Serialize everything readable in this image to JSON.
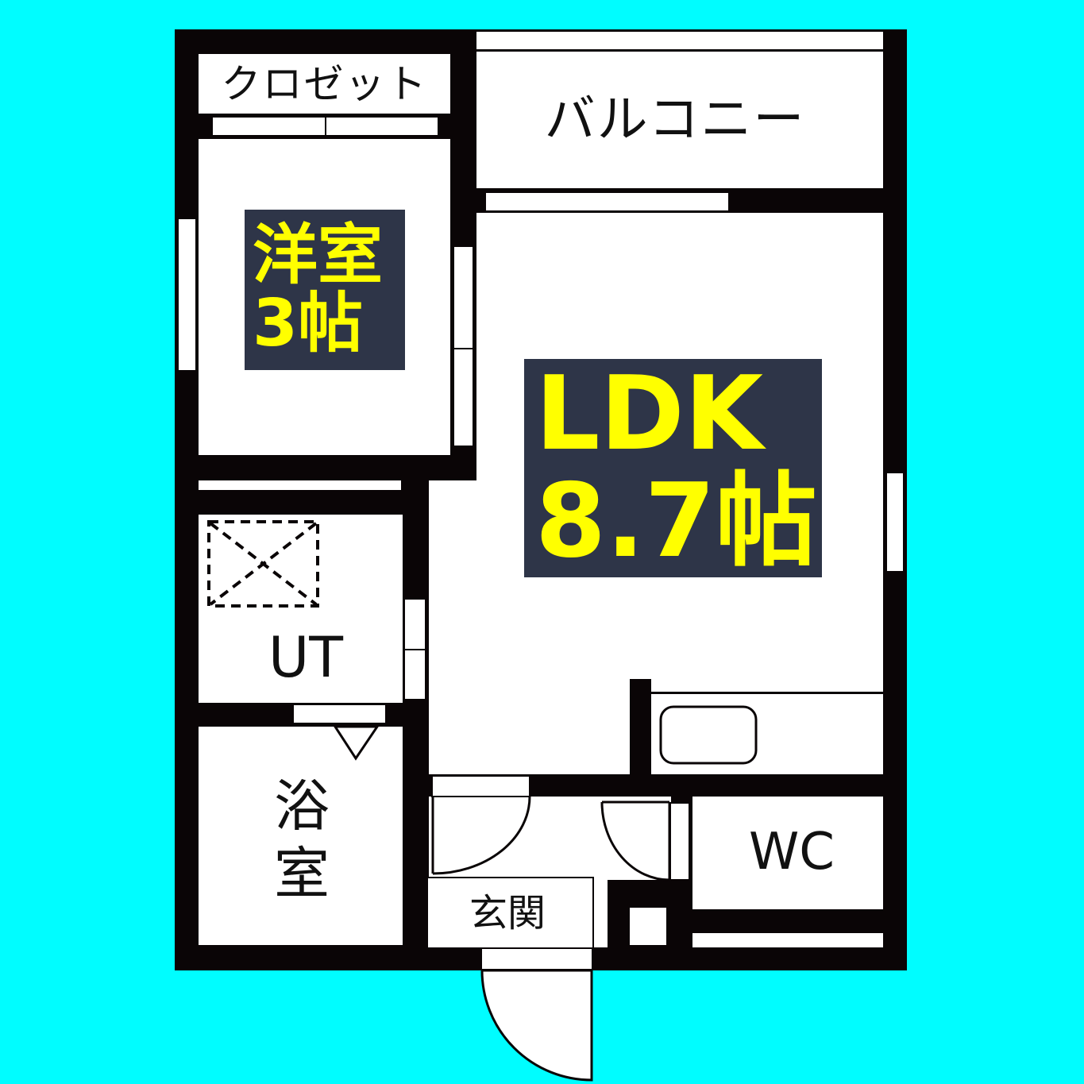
{
  "floor_plan": {
    "background_color": "#00FDFF",
    "wall_color": "#0A0506",
    "badge_bg_color": "#2E3548",
    "badge_text_color": "#FFFF00",
    "rooms": {
      "closet": {
        "label": "クロゼット"
      },
      "balcony": {
        "label": "バルコニー"
      },
      "western_room": {
        "name": "洋室",
        "size": "3帖"
      },
      "ldk": {
        "name": "LDK",
        "size": "8.7帖"
      },
      "utility": {
        "label": "UT"
      },
      "bath": {
        "label_top": "浴",
        "label_bottom": "室"
      },
      "toilet": {
        "label": "WC"
      },
      "entrance": {
        "label": "玄関"
      }
    },
    "icons": [
      "washing-machine-space-icon",
      "sink-icon",
      "door-swing-icon",
      "bath-door-triangle-icon"
    ]
  }
}
